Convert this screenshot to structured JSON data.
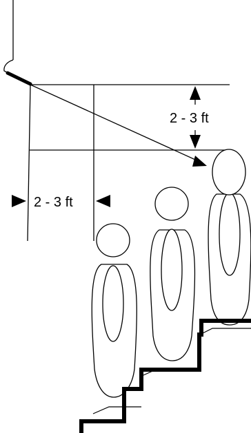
{
  "diagram": {
    "vertical_dimension_label": "2 - 3 ft",
    "horizontal_dimension_label": "2 - 3 ft",
    "people_count": 3,
    "stair_steps_visible": 4
  }
}
